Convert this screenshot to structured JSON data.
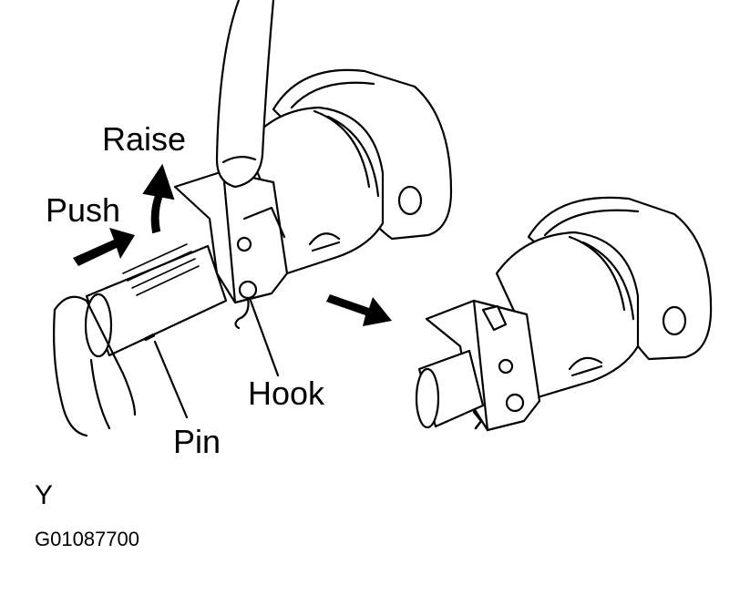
{
  "labels": {
    "raise": "Raise",
    "push": "Push",
    "hook": "Hook",
    "pin": "Pin"
  },
  "view_letter": "Y",
  "figure_code": "G01087700",
  "colors": {
    "ink": "#000000",
    "paper": "#ffffff"
  },
  "icons": [
    "raise-arrow-icon",
    "push-arrow-icon",
    "removal-direction-arrow-icon"
  ]
}
